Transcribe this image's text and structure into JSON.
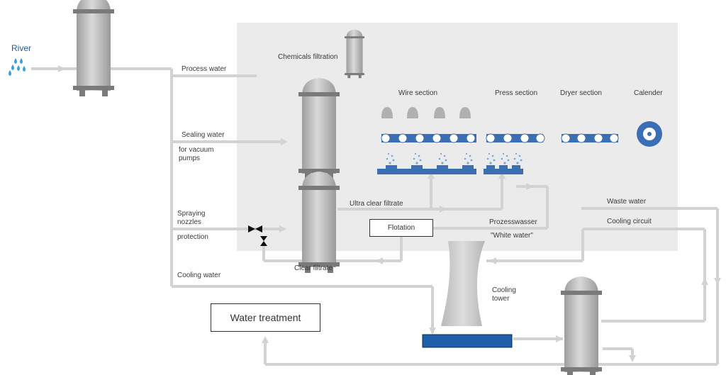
{
  "colors": {
    "panel": "#ebebeb",
    "pipe": "#d2d2d2",
    "tank": "#b5b5b5",
    "tank_dark": "#7a7a7a",
    "blue": "#3a6eb5",
    "water_drop": "#3aa0d8",
    "basin": "#1f5ea8"
  },
  "labels": {
    "river": "River",
    "process_water": "Process water",
    "chemicals_filtration": "Chemicals filtration",
    "sealing_water": "Sealing water",
    "for_vacuum_pumps": "for vacuum\npumps",
    "spraying_nozzles": "Spraying\nnozzles",
    "protection": "protection",
    "cooling_water": "Cooling water",
    "clear_filtrate": "Clear filtrate",
    "ultra_clear_filtrate": "Ultra clear filtrate",
    "wire_section": "Wire section",
    "press_section": "Press section",
    "dryer_section": "Dryer section",
    "calender": "Calender",
    "prozesswasser": "Prozesswasser",
    "white_water": "\"White water\"",
    "waste_water": "Waste water",
    "cooling_circuit": "Cooling circuit",
    "cooling_tower": "Cooling\ntower"
  },
  "boxes": {
    "flotation": "Flotation",
    "water_treatment": "Water treatment"
  },
  "icons": {
    "river": "water-drops-icon",
    "valve": "valve-icon"
  }
}
